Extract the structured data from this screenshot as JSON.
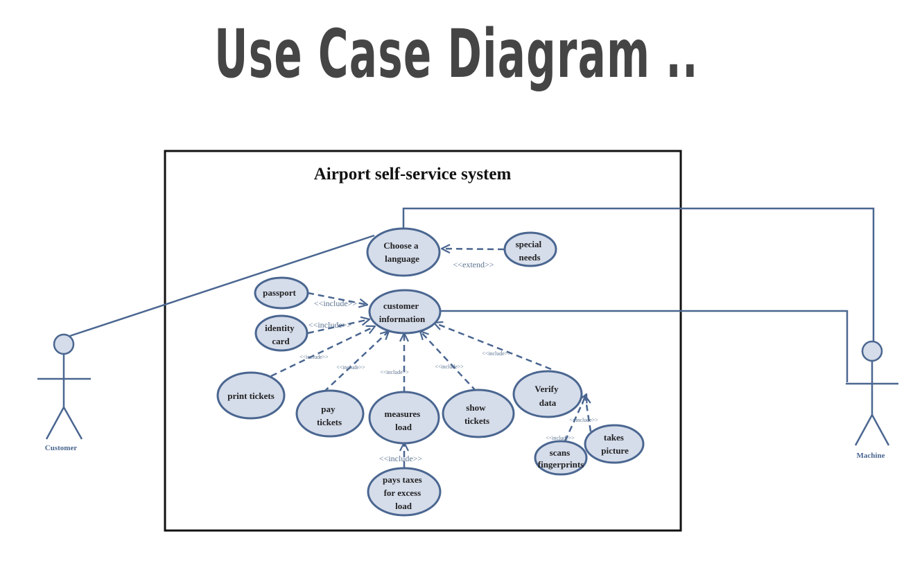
{
  "slide": {
    "title": "Use Case Diagram .."
  },
  "system": {
    "title": "Airport self-service system"
  },
  "actors": {
    "customer": "Customer",
    "machine": "Machine"
  },
  "use_cases": {
    "choose_language": [
      "Choose a",
      "language"
    ],
    "special_needs": [
      "special",
      "needs"
    ],
    "passport": [
      "passport"
    ],
    "identity_card": [
      "identity",
      "card"
    ],
    "customer_information": [
      "customer",
      "information"
    ],
    "print_tickets": [
      "print tickets"
    ],
    "pay_tickets": [
      "pay",
      "tickets"
    ],
    "measures_load": [
      "measures",
      "load"
    ],
    "show_tickets": [
      "show",
      "tickets"
    ],
    "verify_data": [
      "Verify",
      "data"
    ],
    "scans_fingerprints": [
      "scans",
      "fingerprints"
    ],
    "takes_picture": [
      "takes",
      "picture"
    ],
    "pays_taxes": [
      "pays taxes",
      "for excess",
      "load"
    ]
  },
  "relations": {
    "extend": "<<extend>>",
    "include": "<<include>>"
  },
  "colors": {
    "ellipse_fill": "#d5dcea",
    "ellipse_stroke": "#4a6690",
    "line": "#4a6690",
    "border": "#111111",
    "title": "#454545"
  }
}
